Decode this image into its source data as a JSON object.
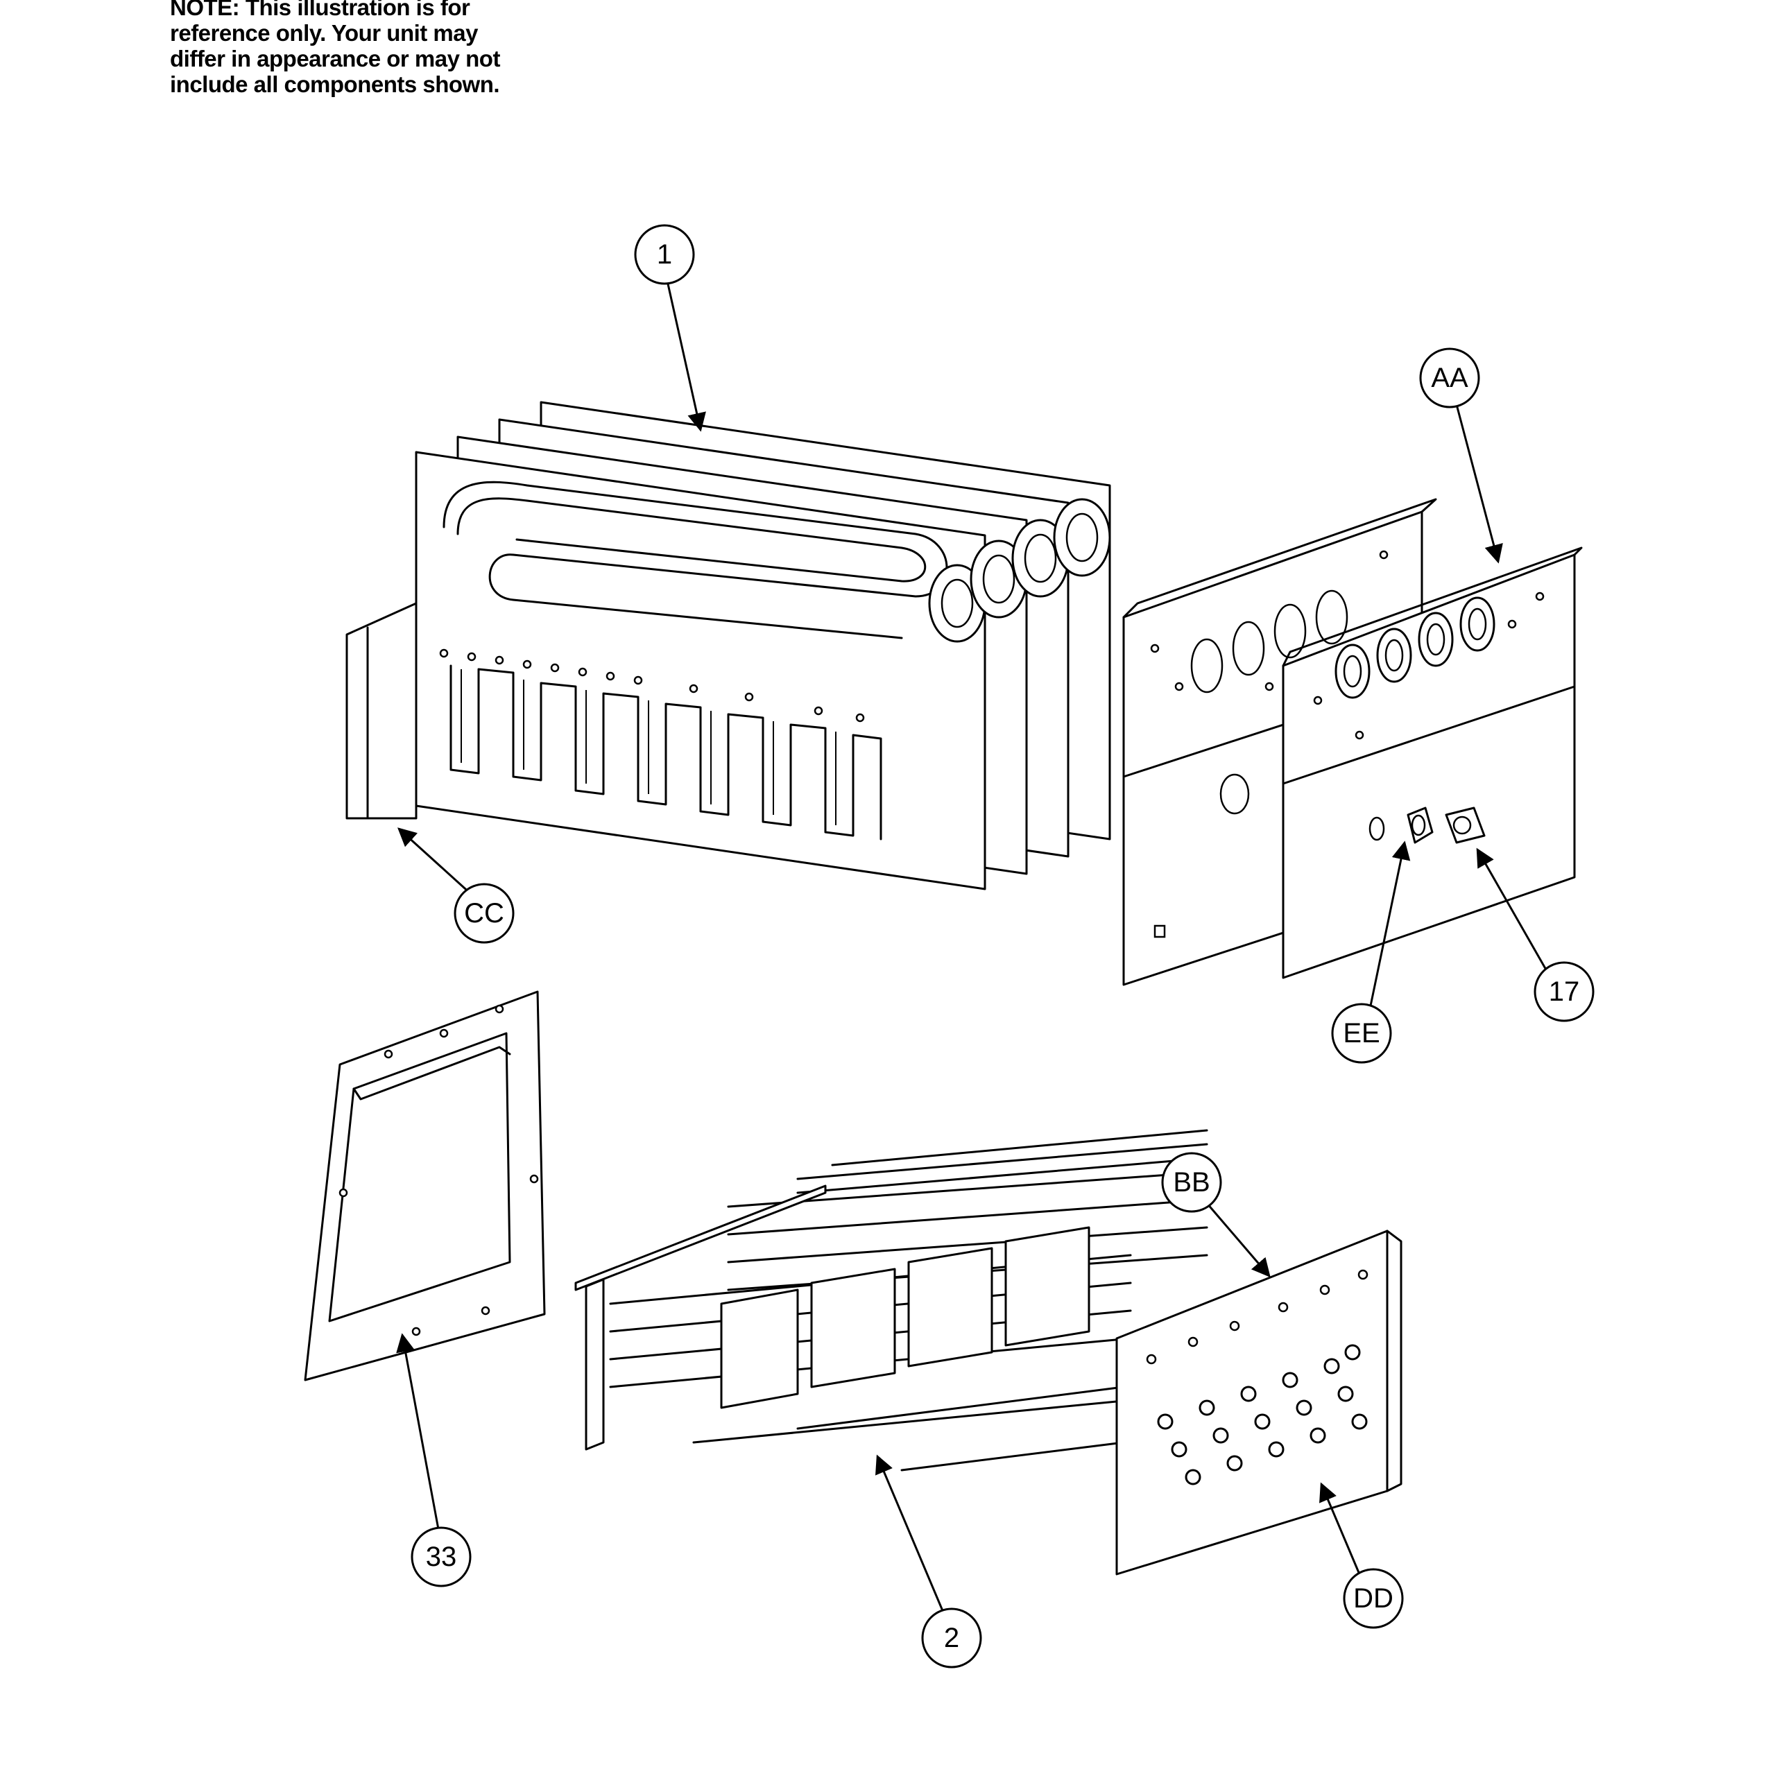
{
  "note": {
    "lines": [
      "NOTE: This illustration is for",
      "reference only. Your unit may",
      "differ in appearance or may not",
      "include all components shown."
    ]
  },
  "callouts": {
    "part_1": "1",
    "part_aa": "AA",
    "part_cc": "CC",
    "part_17": "17",
    "part_ee": "EE",
    "part_bb": "BB",
    "part_33": "33",
    "part_2": "2",
    "part_dd": "DD"
  }
}
